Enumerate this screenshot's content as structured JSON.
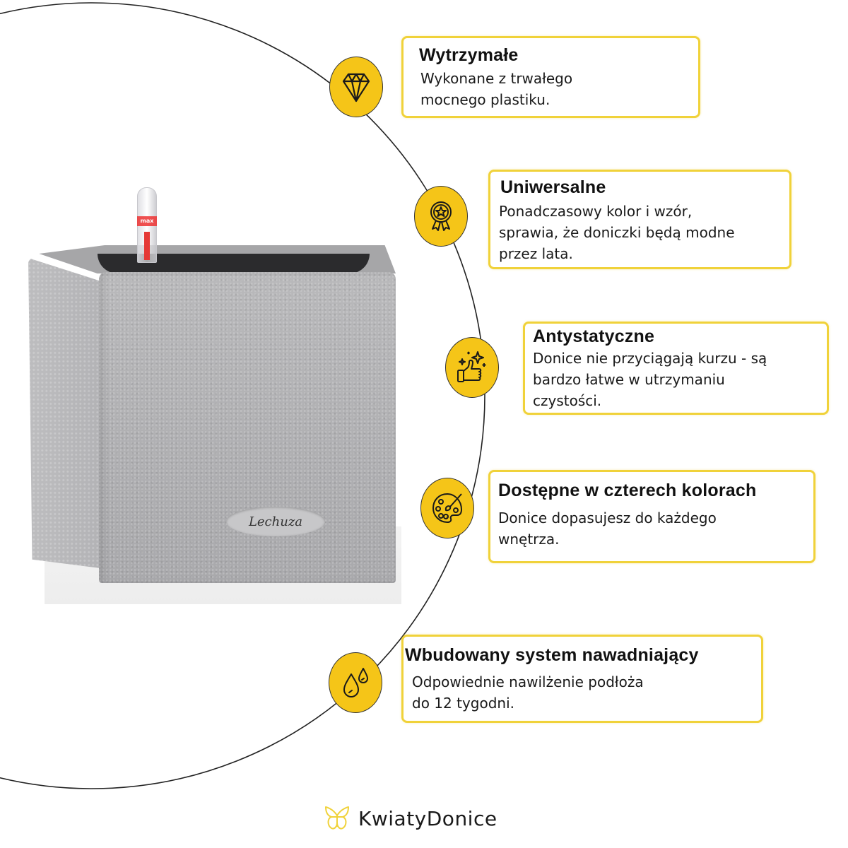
{
  "page": {
    "accent_color": "#f5c518",
    "card_border_color": "#f0d23a",
    "arc_color": "#222222"
  },
  "product": {
    "name": "planter",
    "logo_text": "Lechuza",
    "indicator_label": "max"
  },
  "features": [
    {
      "icon": "diamond-icon",
      "title": "Wytrzymałe",
      "body": "Wykonane z trwałego\nmocnego plastiku."
    },
    {
      "icon": "award-ribbon-icon",
      "title": "Uniwersalne",
      "body": "Ponadczasowy kolor i wzór,\nsprawia, że doniczki będą modne\nprzez lata."
    },
    {
      "icon": "thumbs-up-sparkle-icon",
      "title": "Antystatyczne",
      "body": "Donice nie przyciągają kurzu - są\nbardzo łatwe w utrzymaniu\nczystości."
    },
    {
      "icon": "paint-palette-icon",
      "title": "Dostępne w czterech kolorach",
      "body": "Donice dopasujesz do każdego\nwnętrza."
    },
    {
      "icon": "water-drops-icon",
      "title": "Wbudowany system nawadniający",
      "body": "Odpowiednie nawilżenie podłoża\ndo 12 tygodni."
    }
  ],
  "brand": {
    "logo_icon": "butterfly-logo-icon",
    "name": "KwiatyDonice"
  }
}
